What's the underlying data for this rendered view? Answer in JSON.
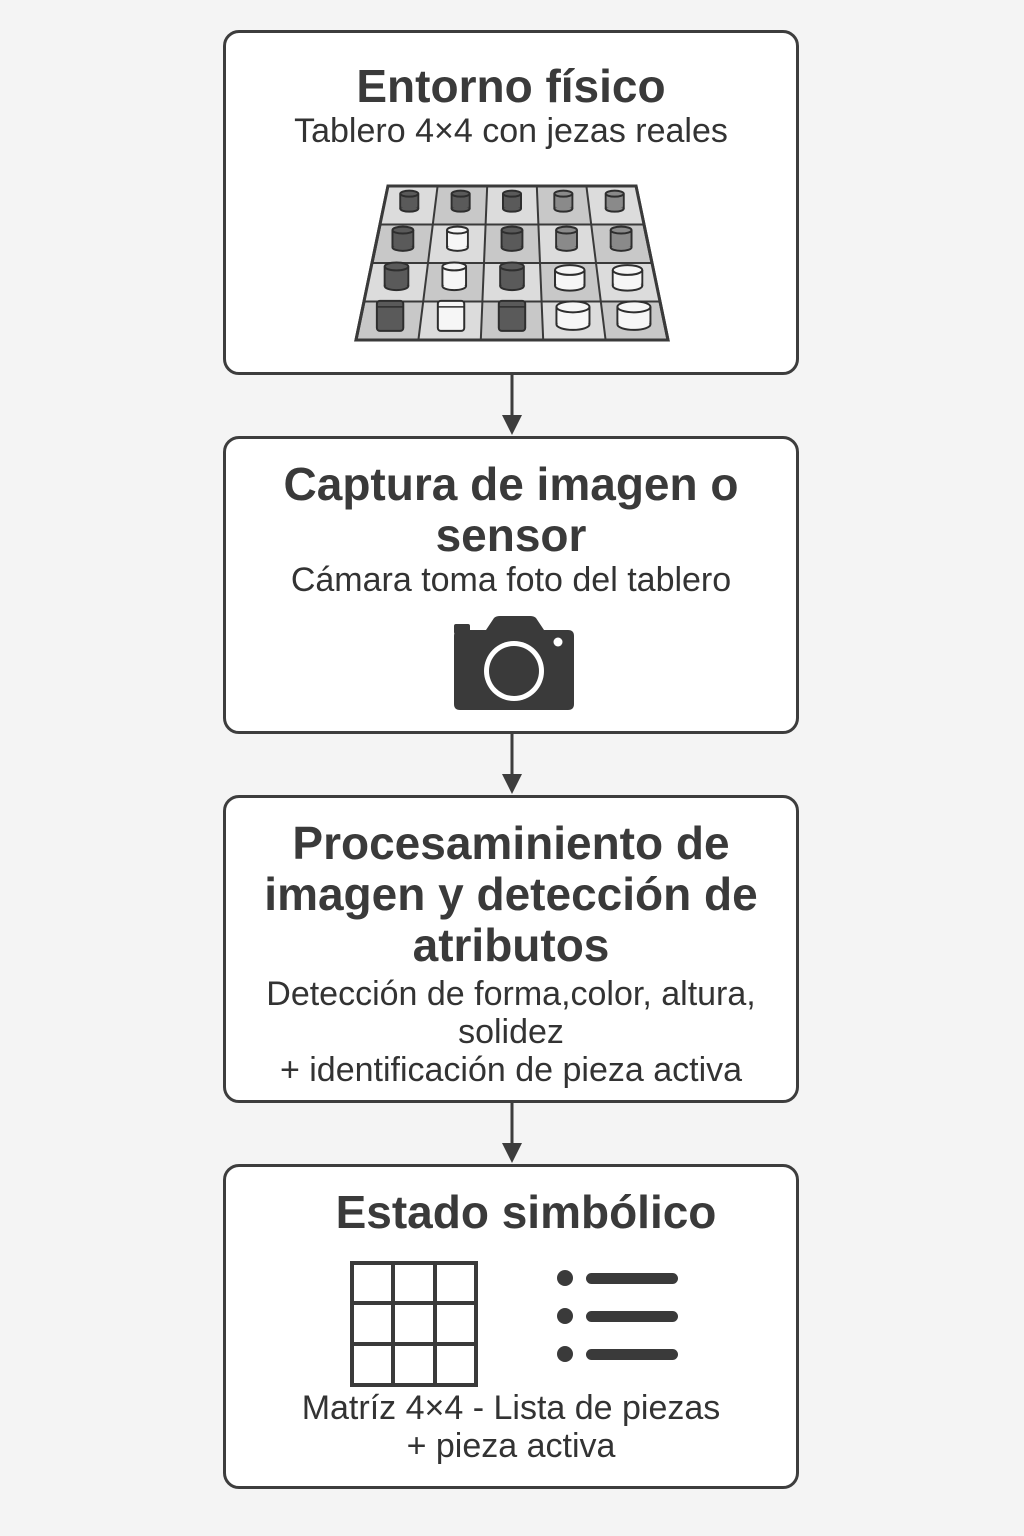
{
  "steps": [
    {
      "title": "Entorno físico",
      "subtitle": "Tablero 4×4 con jezas reales",
      "icon": "board-pieces-illustration"
    },
    {
      "title": "Captura de imagen o sensor",
      "subtitle": "Cámara toma foto del tablero",
      "icon": "camera-icon"
    },
    {
      "title": "Procesaminiento de imagen y detección de atributos",
      "subtitle_lines": [
        "Detección de forma,color, altura,",
        "solidez",
        "+ identificación  de pieza activa"
      ]
    },
    {
      "title": "Estado simbólico",
      "icons": [
        "grid-icon",
        "list-icon"
      ],
      "caption_lines": [
        "Matríz 4×4 - Lista de piezas",
        "+ pieza activa"
      ]
    }
  ],
  "colors": {
    "border": "#3d3d3d",
    "dark": "#3a3a3a",
    "box_bg": "#ffffff",
    "page_bg": "#f4f4f4"
  }
}
